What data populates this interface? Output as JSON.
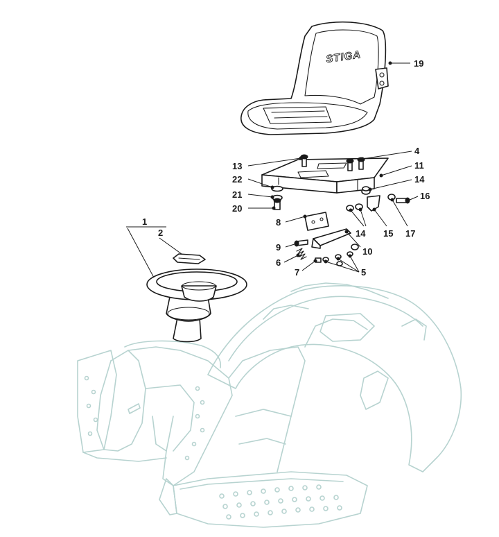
{
  "diagram": {
    "seat_logo": "STIGA",
    "callouts": [
      {
        "id": "c1",
        "text": "1"
      },
      {
        "id": "c2",
        "text": "2"
      },
      {
        "id": "c4",
        "text": "4"
      },
      {
        "id": "c5",
        "text": "5"
      },
      {
        "id": "c6",
        "text": "6"
      },
      {
        "id": "c7",
        "text": "7"
      },
      {
        "id": "c8",
        "text": "8"
      },
      {
        "id": "c9",
        "text": "9"
      },
      {
        "id": "c10",
        "text": "10"
      },
      {
        "id": "c11",
        "text": "11"
      },
      {
        "id": "c13",
        "text": "13"
      },
      {
        "id": "c14a",
        "text": "14"
      },
      {
        "id": "c14b",
        "text": "14"
      },
      {
        "id": "c15",
        "text": "15"
      },
      {
        "id": "c16",
        "text": "16"
      },
      {
        "id": "c17",
        "text": "17"
      },
      {
        "id": "c19",
        "text": "19"
      },
      {
        "id": "c20",
        "text": "20"
      },
      {
        "id": "c21",
        "text": "21"
      },
      {
        "id": "c22",
        "text": "22"
      }
    ],
    "colors": {
      "ink": "#1a1a1a",
      "ghost_body": "#b7d3d0",
      "background": "#ffffff"
    }
  }
}
